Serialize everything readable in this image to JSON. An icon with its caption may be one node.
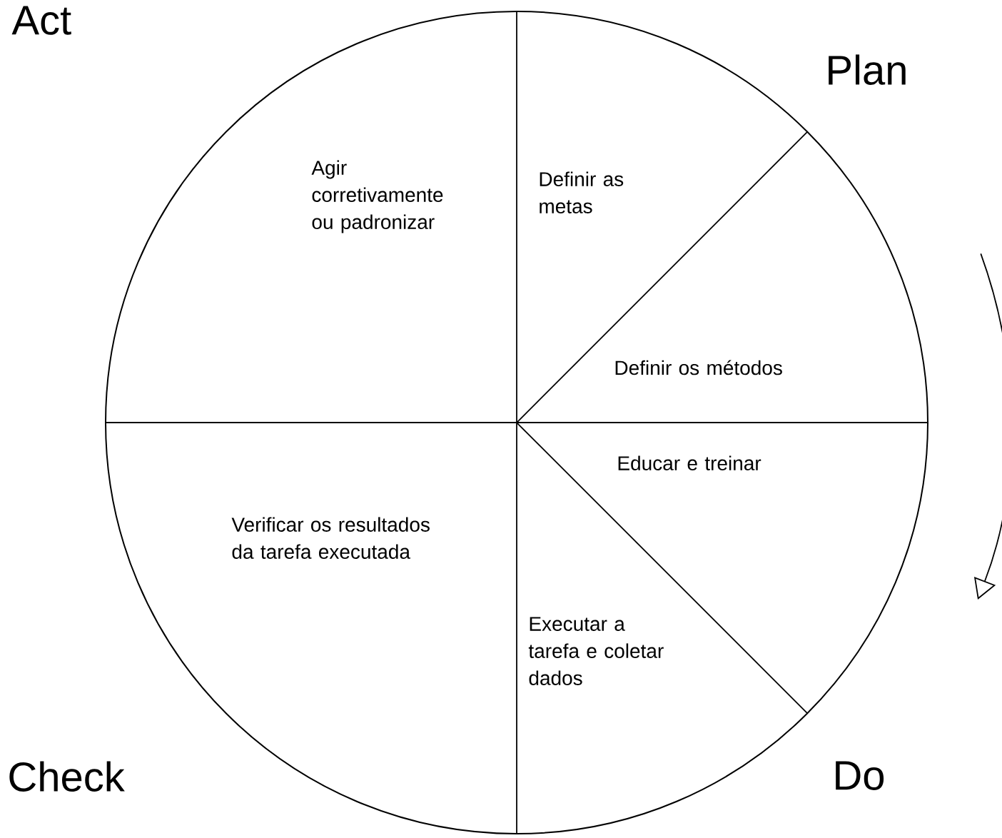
{
  "diagram": {
    "nodes": [
      {
        "text": [
          "Agir corretivamente ou padronizar"
        ]
      },
      {
        "text": [
          "Definir as metas"
        ]
      },
      {
        "text": [
          "Definir os métodos"
        ]
      },
      {
        "text": [
          "Educar e treinar"
        ]
      },
      {
        "text": [
          "Verificar os resultados da tarefa executada"
        ]
      },
      {
        "text": [
          "Executar a tarefa e coletar dados"
        ]
      }
    ],
    "labels": [
      "Act",
      "Plan",
      "Check",
      "Do"
    ]
  }
}
